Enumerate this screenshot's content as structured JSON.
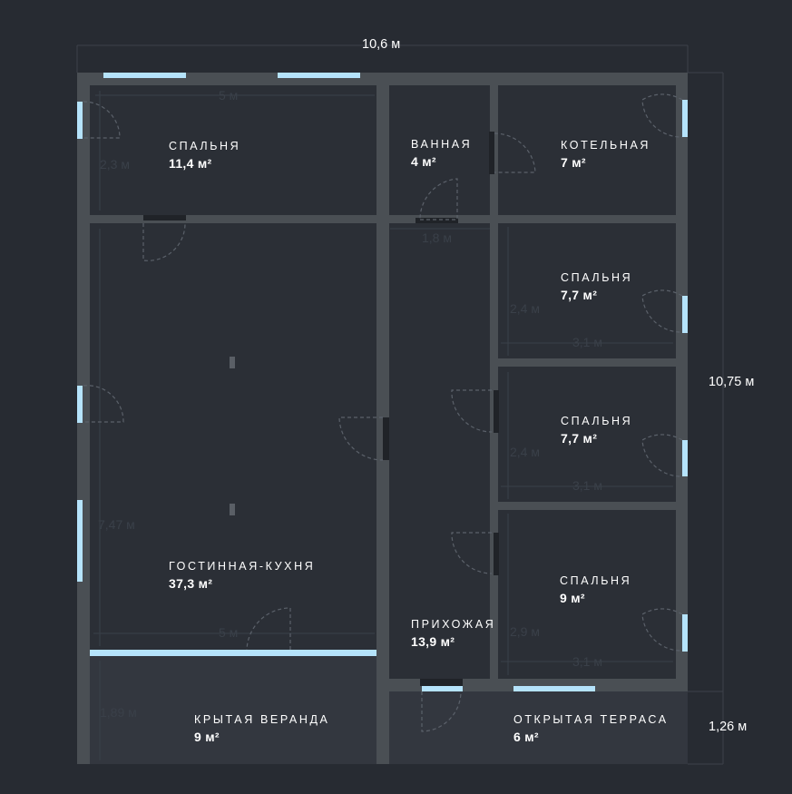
{
  "overall": {
    "width": "10,6 м",
    "height": "10,75 м",
    "terrace_depth": "1,26 м"
  },
  "rooms": {
    "bedroom1": {
      "name": "СПАЛЬНЯ",
      "area": "11,4 м²"
    },
    "bathroom": {
      "name": "ВАННАЯ",
      "area": "4 м²"
    },
    "boiler": {
      "name": "КОТЕЛЬНАЯ",
      "area": "7 м²"
    },
    "bedroom2": {
      "name": "СПАЛЬНЯ",
      "area": "7,7 м²"
    },
    "bedroom3": {
      "name": "СПАЛЬНЯ",
      "area": "7,7 м²"
    },
    "living": {
      "name": "ГОСТИННАЯ-КУХНЯ",
      "area": "37,3 м²"
    },
    "hall": {
      "name": "ПРИХОЖАЯ",
      "area": "13,9 м²"
    },
    "bedroom4": {
      "name": "СПАЛЬНЯ",
      "area": "9 м²"
    },
    "veranda": {
      "name": "КРЫТАЯ ВЕРАНДА",
      "area": "9 м²"
    },
    "terrace": {
      "name": "ОТКРЫТАЯ ТЕРРАСА",
      "area": "6 м²"
    }
  },
  "inner_dims": {
    "bed1_w": "5 м",
    "bed1_h": "2,3 м",
    "bath_w": "1,8 м",
    "bed2_h": "2,4 м",
    "bed2_w": "3,1 м",
    "bed3_h": "2,4 м",
    "bed3_w": "3,1 м",
    "living_h": "7,47 м",
    "living_w": "5 м",
    "bed4_h": "2,9 м",
    "bed4_w": "3,1 м",
    "veranda_h": "1,89 м"
  },
  "colors": {
    "background": "#272b32",
    "wall": "#4a4f54",
    "window": "#b5e3fb",
    "room_fill": "#2b2f36",
    "terrace_fill": "#33373f"
  }
}
